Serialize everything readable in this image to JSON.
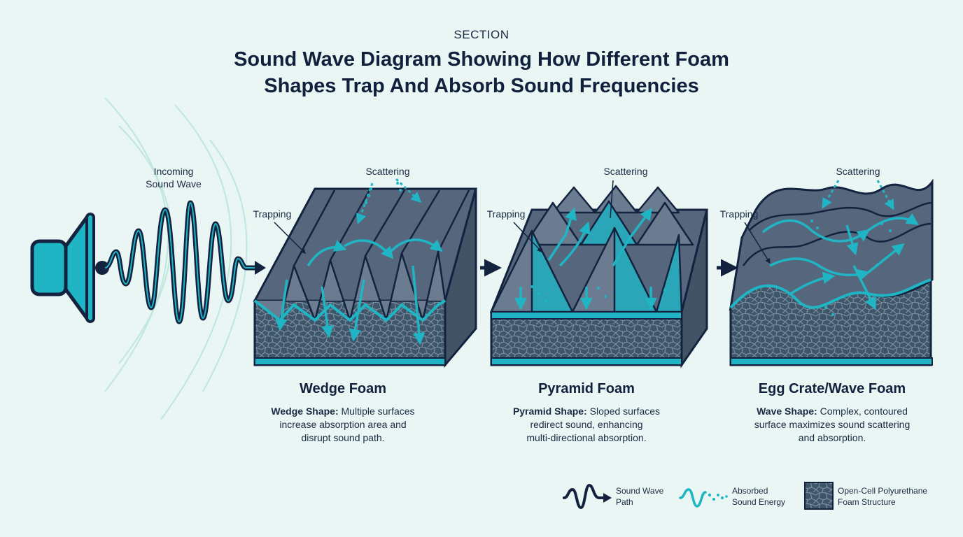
{
  "header": {
    "section": "SECTION",
    "title_line1": "Sound Wave Diagram Showing How Different Foam",
    "title_line2": "Shapes Trap And Absorb Sound Frequencies"
  },
  "source": {
    "label_line1": "Incoming",
    "label_line2": "Sound Wave"
  },
  "panels": [
    {
      "trapping": "Trapping",
      "scattering": "Scattering",
      "title": "Wedge Foam",
      "desc_bold": "Wedge Shape:",
      "desc_line1": " Multiple surfaces",
      "desc_line2": "increase absorption area and",
      "desc_line3": "disrupt sound path."
    },
    {
      "trapping": "Trapping",
      "scattering": "Scattering",
      "title": "Pyramid Foam",
      "desc_bold": "Pyramid Shape:",
      "desc_line1": " Sloped surfaces",
      "desc_line2": "redirect sound, enhancing",
      "desc_line3": "multi-directional absorption."
    },
    {
      "trapping": "Trapping",
      "scattering": "Scattering",
      "title": "Egg Crate/Wave Foam",
      "desc_bold": "Wave Shape:",
      "desc_line1": " Complex, contoured",
      "desc_line2": "surface maximizes sound scattering",
      "desc_line3": "and absorption."
    }
  ],
  "legend": [
    {
      "line1": "Sound Wave",
      "line2": "Path"
    },
    {
      "line1": "Absorbed",
      "line2": "Sound Energy"
    },
    {
      "line1": "Open-Cell Polyurethane",
      "line2": "Foam Structure"
    }
  ],
  "colors": {
    "background": "#e9f6f3",
    "navy": "#13233f",
    "foam_gray": "#56677d",
    "teal": "#1fb5c4"
  }
}
